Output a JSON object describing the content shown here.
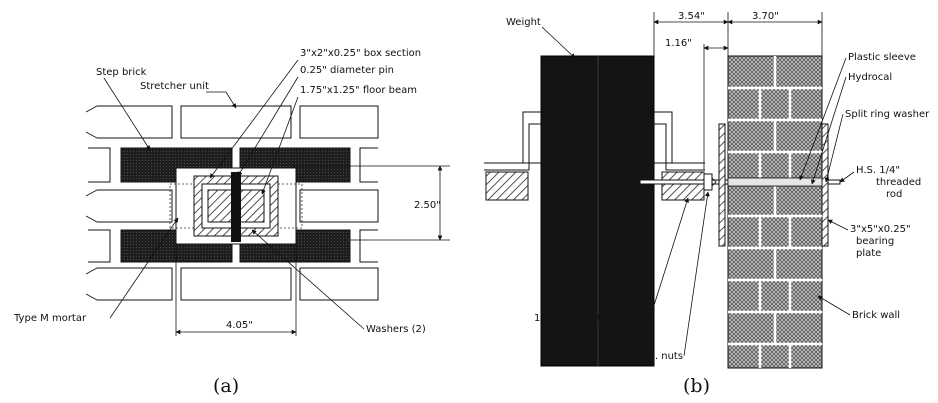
{
  "panel_a": {
    "labels": {
      "step_brick": "Step brick",
      "stretcher_unit": "Stretcher unit",
      "box_section": "3\"x2\"x0.25\" box section",
      "pin": "0.25\" diameter pin",
      "floor_beam": "1.75\"x1.25\" floor beam",
      "height_dim": "2.50\"",
      "width_dim": "4.05\"",
      "mortar": "Type M mortar",
      "washers": "Washers (2)"
    },
    "caption": "(a)"
  },
  "panel_b": {
    "labels": {
      "weight": "Weight",
      "dim_left": "3.54\"",
      "dim_right": "3.70\"",
      "dim_small": "1.16\"",
      "plastic_sleeve": "Plastic sleeve",
      "hydrocal": "Hydrocal",
      "split_ring": "Split ring washer",
      "rod_1": "H.S. 1/4\"",
      "rod_2": "threaded",
      "rod_3": "rod",
      "plate_1": "3\"x5\"x0.25\"",
      "plate_2": "bearing",
      "plate_3": "plate",
      "floor_beam": "1.75\"x1.25\" floor beam",
      "nuts": "H.S. nuts",
      "brick_wall": "Brick wall"
    },
    "caption": "(b)"
  }
}
